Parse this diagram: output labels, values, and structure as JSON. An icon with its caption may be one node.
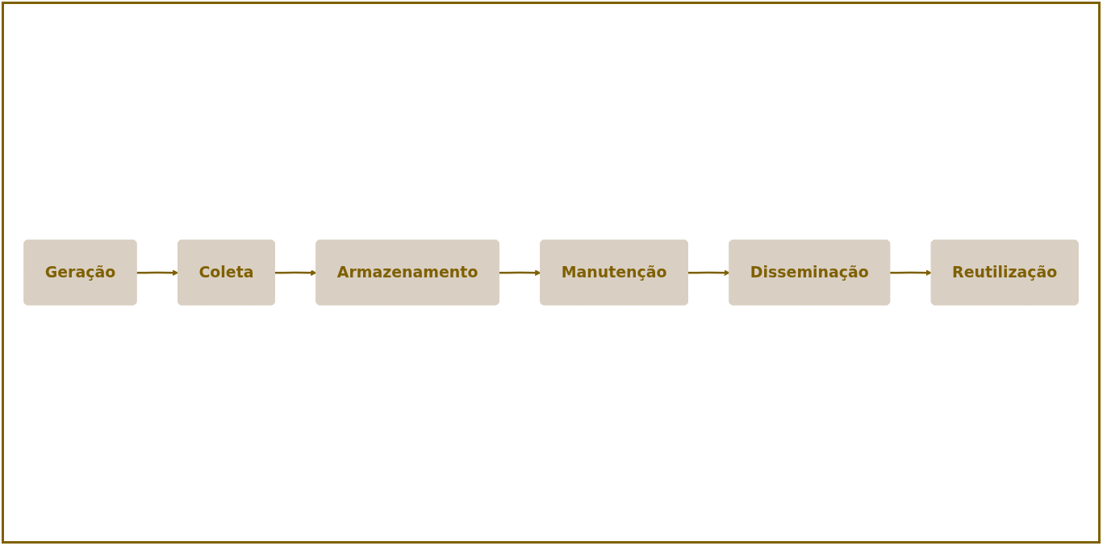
{
  "diagram": {
    "nodes": [
      {
        "text": [
          "Geração"
        ]
      },
      {
        "text": [
          "Coleta"
        ]
      },
      {
        "text": [
          "Armazenamento"
        ]
      },
      {
        "text": [
          "Manutenção"
        ]
      },
      {
        "text": [
          "Disseminação"
        ]
      },
      {
        "text": [
          "Reutilização"
        ]
      }
    ],
    "edges": [
      {
        "from": 0,
        "to": 1,
        "arrow": "to",
        "color": "#7f6000"
      },
      {
        "from": 1,
        "to": 2,
        "arrow": "to",
        "color": "#7f6000"
      },
      {
        "from": 2,
        "to": 3,
        "arrow": "to",
        "color": "#7f6000"
      },
      {
        "from": 3,
        "to": 4,
        "arrow": "to",
        "color": "#7f6000"
      },
      {
        "from": 4,
        "to": 5,
        "arrow": "to",
        "color": "#7f6000"
      }
    ]
  }
}
